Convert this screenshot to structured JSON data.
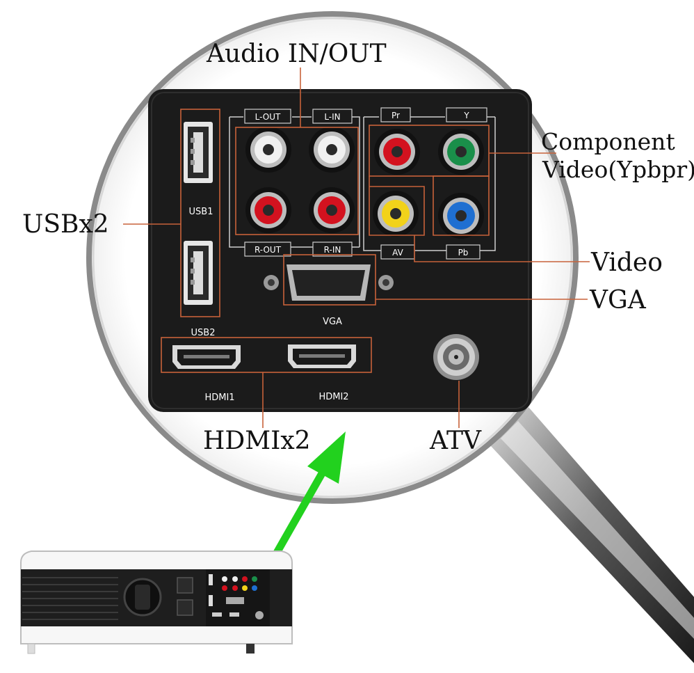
{
  "callouts": {
    "audio": "Audio  IN/OUT",
    "component_line1": "Component",
    "component_line2": "Video(Ypbpr)",
    "usb": "USBx2",
    "video": "Video",
    "vga": "VGA",
    "hdmi": "HDMIx2",
    "atv": "ATV"
  },
  "panel_labels": {
    "l_out": "L-OUT",
    "l_in": "L-IN",
    "pr": "Pr",
    "y": "Y",
    "r_out": "R-OUT",
    "r_in": "R-IN",
    "av": "AV",
    "pb": "Pb",
    "usb1": "USB1",
    "usb2": "USB2",
    "vga": "VGA",
    "hdmi1": "HDMI1",
    "hdmi2": "HDMI2"
  },
  "colors": {
    "panel": "#1b1b1b",
    "leader": "#c8623a",
    "arrow": "#22d11e",
    "rca_white": "#e8e8e8",
    "rca_red": "#d3121f",
    "rca_green": "#1a8f4a",
    "rca_yellow": "#f2d21a",
    "rca_blue": "#1f6fd1"
  }
}
